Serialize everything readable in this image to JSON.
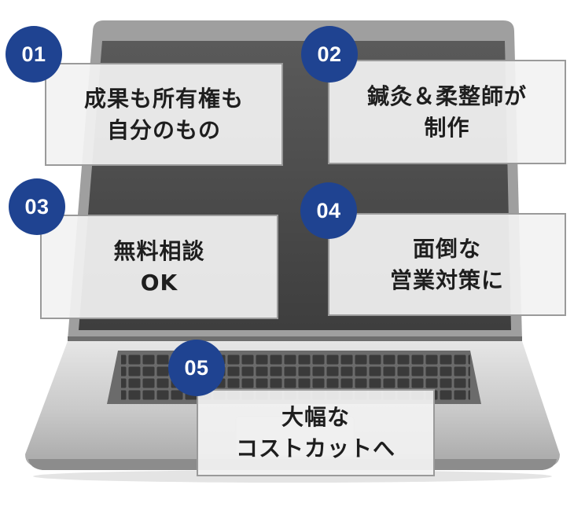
{
  "accent_color": "#1f4391",
  "features": [
    {
      "number": "01",
      "text": "成果も所有権も\n自分のもの"
    },
    {
      "number": "02",
      "text": "鍼灸＆柔整師が\n制作"
    },
    {
      "number": "03",
      "text": "無料相談\nOK"
    },
    {
      "number": "04",
      "text": "面倒な\n営業対策に"
    },
    {
      "number": "05",
      "text": "大幅な\nコストカットへ"
    }
  ]
}
